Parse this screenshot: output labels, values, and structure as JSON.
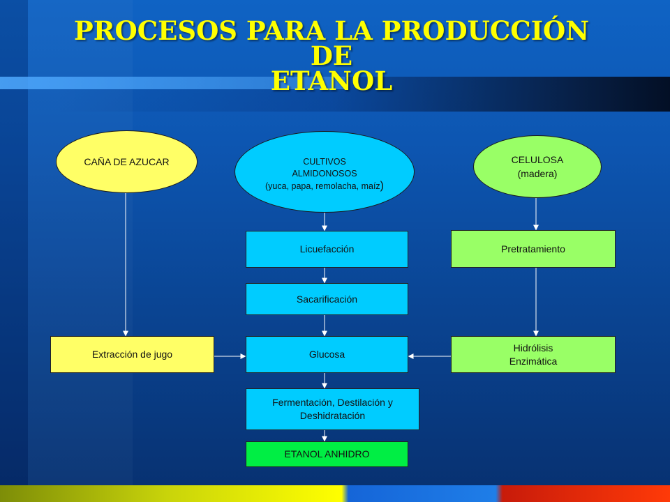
{
  "title": {
    "line1": "PROCESOS PARA  LA PRODUCCIÓN DE",
    "line2": "ETANOL"
  },
  "sources": {
    "cana": "CAÑA DE AZUCAR",
    "cultivos": {
      "line1": "CULTIVOS",
      "line2": "ALMIDONOSOS",
      "line3": "(yuca, papa, remolacha, maíz",
      "line3_end": ")"
    },
    "celulosa": {
      "line1": "CELULOSA",
      "line2": "(madera)"
    }
  },
  "steps": {
    "licuefaccion": "Licuefacción",
    "sacarificacion": "Sacarificación",
    "glucosa": "Glucosa",
    "fermentacion": {
      "line1": "Fermentación, Destilación y",
      "line2": "Deshidratación"
    },
    "etanol": "ETANOL ANHIDRO",
    "pretratamiento": "Pretratamiento",
    "hidrolisis": {
      "line1": "Hidrólisis",
      "line2": "Enzimática"
    },
    "extraccion": "Extracción de jugo"
  },
  "colors": {
    "title": "#ffff00",
    "cyan_node": "#00ccff",
    "green_node": "#99ff66",
    "yellow_node": "#ffff66",
    "final_node": "#00ee44",
    "connector": "#ffffff"
  }
}
